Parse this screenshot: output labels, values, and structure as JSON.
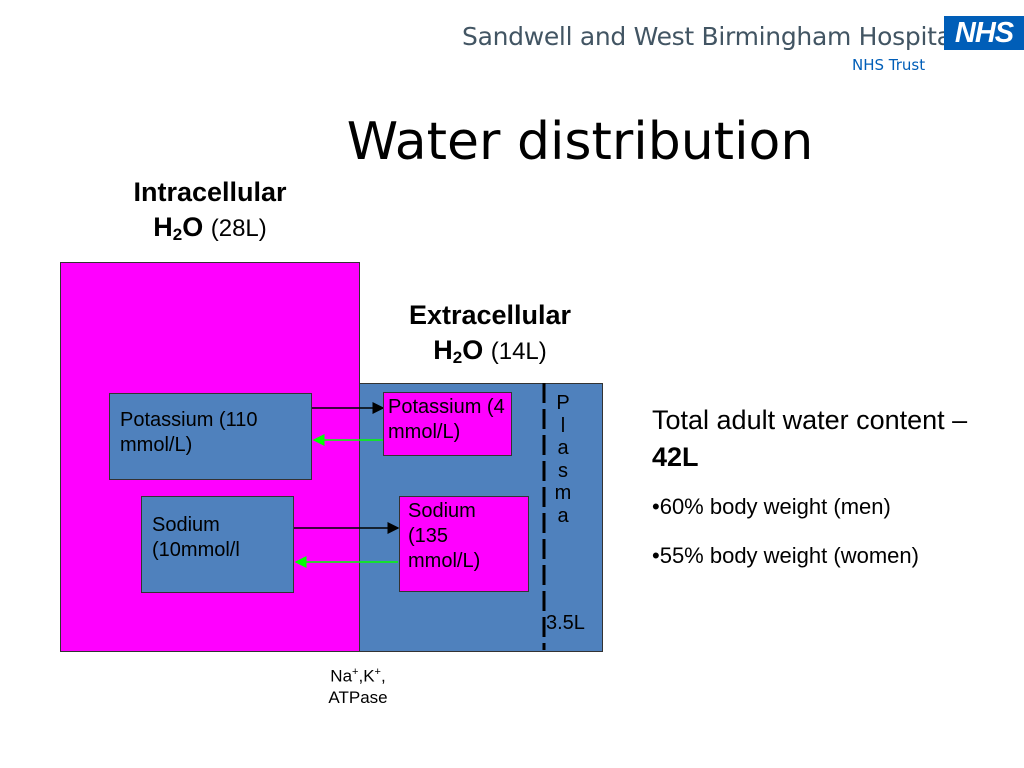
{
  "header": {
    "organization": "Sandwell and West Birmingham Hospitals",
    "organization_sub": "NHS Trust",
    "logo_text": "NHS"
  },
  "title": "Water distribution",
  "intracellular": {
    "label": "Intracellular",
    "water": "H",
    "water_sub": "2",
    "water_end": "O",
    "volume": "(28L)",
    "potassium": "Potassium (110 mmol/L)",
    "sodium": "Sodium (10mmol/l"
  },
  "extracellular": {
    "label": "Extracellular",
    "water": "H",
    "water_sub": "2",
    "water_end": "O",
    "volume": "(14L)",
    "potassium": "Potassium (4 mmol/L)",
    "sodium": "Sodium (135 mmol/L)"
  },
  "plasma": {
    "letters": [
      "P",
      "l",
      "a",
      "s",
      "m",
      "a"
    ],
    "volume": "3.5L"
  },
  "pump": {
    "line1_na": "Na",
    "line1_sep": ",K",
    "line1_end": ",",
    "charge": "+",
    "line2": "ATPase"
  },
  "summary": {
    "total_text": "Total adult water content – ",
    "total_value": "42L",
    "bullets": [
      "•60% body weight (men)",
      "•55% body weight (women)"
    ]
  },
  "colors": {
    "intracellular": "#ff00ff",
    "extracellular": "#4f81bd",
    "arrow_out": "#000000",
    "arrow_in": "#00ff00"
  }
}
